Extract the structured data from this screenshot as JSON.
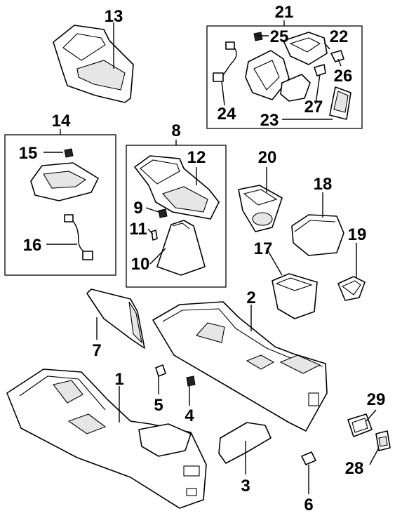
{
  "callouts": [
    {
      "id": "c1",
      "text": "1"
    },
    {
      "id": "c2",
      "text": "2"
    },
    {
      "id": "c3",
      "text": "3"
    },
    {
      "id": "c4",
      "text": "4"
    },
    {
      "id": "c5",
      "text": "5"
    },
    {
      "id": "c6",
      "text": "6"
    },
    {
      "id": "c7",
      "text": "7"
    },
    {
      "id": "c8",
      "text": "8"
    },
    {
      "id": "c9",
      "text": "9"
    },
    {
      "id": "c10",
      "text": "10"
    },
    {
      "id": "c11",
      "text": "11"
    },
    {
      "id": "c12",
      "text": "12"
    },
    {
      "id": "c13",
      "text": "13"
    },
    {
      "id": "c14",
      "text": "14"
    },
    {
      "id": "c15",
      "text": "15"
    },
    {
      "id": "c16",
      "text": "16"
    },
    {
      "id": "c17",
      "text": "17"
    },
    {
      "id": "c18",
      "text": "18"
    },
    {
      "id": "c19",
      "text": "19"
    },
    {
      "id": "c20",
      "text": "20"
    },
    {
      "id": "c21",
      "text": "21"
    },
    {
      "id": "c22",
      "text": "22"
    },
    {
      "id": "c23",
      "text": "23"
    },
    {
      "id": "c24",
      "text": "24"
    },
    {
      "id": "c25",
      "text": "25"
    },
    {
      "id": "c26",
      "text": "26"
    },
    {
      "id": "c27",
      "text": "27"
    },
    {
      "id": "c28",
      "text": "28"
    },
    {
      "id": "c29",
      "text": "29"
    }
  ]
}
